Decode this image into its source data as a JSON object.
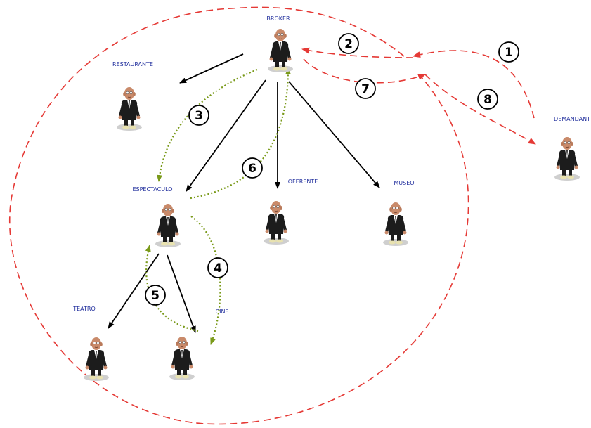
{
  "colors": {
    "background": "#ffffff",
    "label": "#1f2d9c",
    "contract": "#e53935",
    "hierarchy": "#000000",
    "query": "#7a9a1a",
    "suit": "#1c1c1c",
    "skin": "#c98a6a",
    "circle_stroke": "#000000"
  },
  "agents": {
    "broker": "BROKER",
    "restaurante": "RESTAURANTE",
    "espectaculo": "ESPECTACULO",
    "oferente": "OFERENTE",
    "museo": "MUSEO",
    "teatro": "TEATRO",
    "cine": "CINE",
    "demandant": "DEMANDANT"
  },
  "steps": [
    "1",
    "2",
    "3",
    "4",
    "5",
    "6",
    "7",
    "8"
  ],
  "icon": "agent-figure-icon"
}
